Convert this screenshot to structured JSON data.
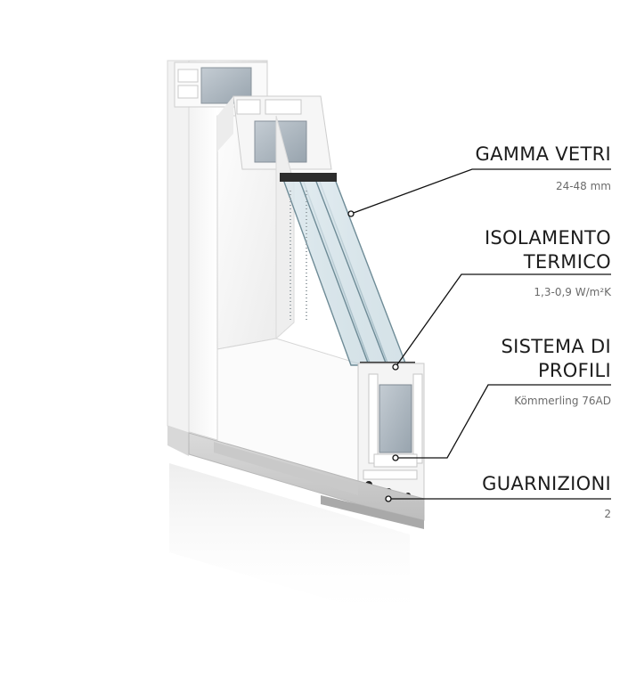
{
  "specs": [
    {
      "title_lines": [
        "GAMMA VETRI"
      ],
      "value": "24-48 mm"
    },
    {
      "title_lines": [
        "ISOLAMENTO",
        "TERMICO"
      ],
      "value": "1,3-0,9 W/m²K"
    },
    {
      "title_lines": [
        "SISTEMA DI",
        "PROFILI"
      ],
      "value": "Kömmerling 76AD"
    },
    {
      "title_lines": [
        "GUARNIZIONI"
      ],
      "value": "2"
    }
  ],
  "colors": {
    "profile_white": "#f7f7f7",
    "profile_shadow": "#dcdcdc",
    "steel_core": "#b9c3cc",
    "glass": "#c9dbe3",
    "gasket": "#2a2a2a",
    "leader_line": "#111111"
  }
}
